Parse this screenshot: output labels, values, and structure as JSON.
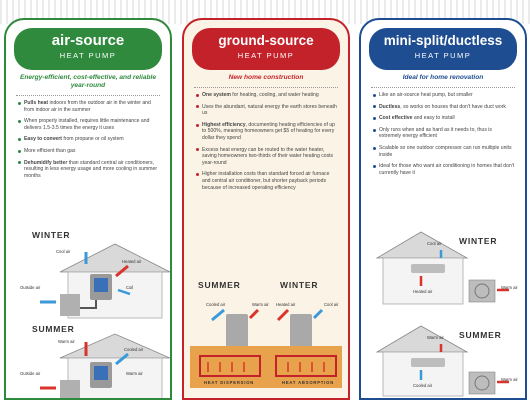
{
  "columns": [
    {
      "title": "air-source",
      "subtitle": "HEAT PUMP",
      "tagline": "Energy-efficient, cost-effective, and reliable year-round",
      "bullets": [
        {
          "strong": "Pulls heat",
          "text": " indoors from the outdoor air in the winter and from indoor air in the summer"
        },
        {
          "strong": "",
          "text": "When properly installed, requires little maintenance and delivers 1.5-3.5 times the energy it uses"
        },
        {
          "strong": "Easy to convert",
          "text": " from propane or oil system"
        },
        {
          "strong": "",
          "text": "More efficient than gas"
        },
        {
          "strong": "Dehumidify better",
          "text": " than standard central air conditioners, resulting in less energy usage and more cooling in summer months"
        }
      ],
      "winter": {
        "heading": "WINTER",
        "labels": [
          "Cool air",
          "Heated air",
          "Outside air",
          "Coil"
        ]
      },
      "summer": {
        "heading": "SUMMER",
        "labels": [
          "Warm air",
          "Cooled air",
          "Outside air",
          "Warm air"
        ]
      }
    },
    {
      "title": "ground-source",
      "subtitle": "HEAT PUMP",
      "tagline": "New home construction",
      "bullets": [
        {
          "strong": "One system",
          "text": " for heating, cooling, and water heating"
        },
        {
          "strong": "",
          "text": "Uses the abundant, natural energy the earth stores beneath us"
        },
        {
          "strong": "Highest efficiency",
          "text": ", documenting heating efficiencies of up to 500%, meaning homeowners get $5 of heating for every dollar they spend"
        },
        {
          "strong": "",
          "text": "Excess heat energy can be routed to the water heater, saving homeowners two-thirds of their water heating costs year-round"
        },
        {
          "strong": "",
          "text": "Higher installation costs than standard forced air furnace and central air conditioner, but shorter payback periods because of increased operating efficiency"
        }
      ],
      "summer": {
        "heading": "SUMMER",
        "labels": [
          "Cooled air",
          "Warm air"
        ],
        "underground": "HEAT DISPERSION"
      },
      "winter": {
        "heading": "WINTER",
        "labels": [
          "Heated air",
          "Cool air"
        ],
        "underground": "HEAT ABSORPTION"
      }
    },
    {
      "title": "mini-split/ductless",
      "subtitle": "HEAT PUMP",
      "tagline": "Ideal for home renovation",
      "bullets": [
        {
          "strong": "",
          "text": "Like an air-source heat pump, but smaller"
        },
        {
          "strong": "Ductless",
          "text": ", so works on houses that don't have duct work"
        },
        {
          "strong": "Cost effective",
          "text": " and easy to install"
        },
        {
          "strong": "",
          "text": "Only runs when and as hard as it needs to, thus is extremely energy efficient"
        },
        {
          "strong": "",
          "text": "Scalable so one outdoor compressor can run multiple units inside"
        },
        {
          "strong": "",
          "text": "Ideal for those who want air conditioning in homes that don't currently have it"
        }
      ],
      "winter": {
        "heading": "WINTER",
        "labels": [
          "Cool air",
          "Heated air",
          "Warm air"
        ]
      },
      "summer": {
        "heading": "SUMMER",
        "labels": [
          "Warm air",
          "Cooled air",
          "Warm air"
        ]
      }
    }
  ],
  "colors": {
    "air": "#2f8a3e",
    "ground": "#c4222b",
    "mini": "#1e4e91",
    "warm": "#d9342b",
    "cool": "#3a9ad9"
  }
}
